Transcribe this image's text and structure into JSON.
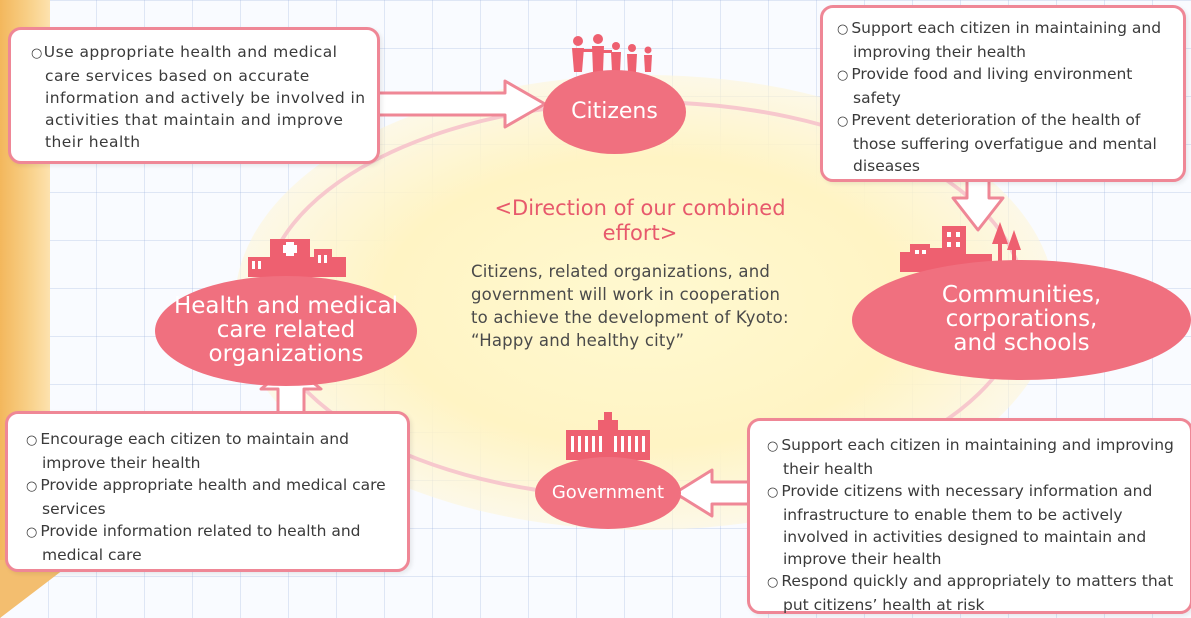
{
  "center": {
    "title": "<Direction of our combined effort>",
    "description": "Citizens, related organizations, and government will work in cooperation to achieve the development of Kyoto: “Happy and healthy city”"
  },
  "nodes": {
    "citizens": "Citizens",
    "health": "Health and medical care related organizations",
    "communities": "Communities, corporations, and schools",
    "government": "Government"
  },
  "roles": {
    "citizens": {
      "text": "Use appropriate health and medical care services based on accurate information and actively be involved in activities that maintain and improve their health"
    },
    "communities": {
      "items": [
        "Support each citizen in maintaining and improving their health",
        "Provide food and living environment safety",
        "Prevent deterioration of the health of those suffering overfatigue and mental diseases"
      ]
    },
    "health": {
      "items": [
        "Encourage each citizen to maintain and improve their health",
        "Provide appropriate health and medical care services",
        "Provide information related to health and medical care"
      ]
    },
    "government": {
      "items": [
        "Support each citizen in maintaining and improving their health",
        "Provide citizens with necessary information and infrastructure to enable them to be actively involved in activities designed to maintain and improve their health",
        "Respond quickly and appropriately to matters that put citizens’ health at risk"
      ]
    }
  },
  "icons": {
    "people": "people-group-icon",
    "hospital": "hospital-icon",
    "city": "city-buildings-icon",
    "government": "government-building-icon"
  },
  "colors": {
    "accent": "#f0707f",
    "box_border": "#ef8796",
    "arrow_fill": "#ffffff",
    "arrow_border": "#ef8796",
    "glow": "#fff4c4"
  }
}
